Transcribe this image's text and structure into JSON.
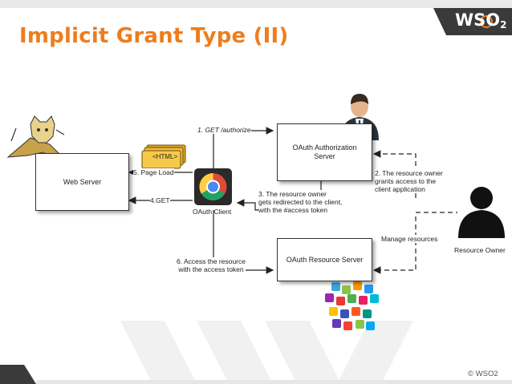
{
  "slide": {
    "title": "Implicit Grant Type (II)",
    "logo": {
      "text": "WSO",
      "subscript": "2"
    },
    "footer": "© WSO2"
  },
  "boxes": {
    "web_server": "Web Server",
    "auth_server": "OAuth Authorization Server",
    "resource_server": "OAuth Resource Server"
  },
  "nodes": {
    "client": "OAuth Client",
    "html_tag": "<HTML>",
    "resource_owner": "Resource Owner"
  },
  "steps": {
    "s1": "1. GET /authorize",
    "s2_l1": "2. The resource owner",
    "s2_l2": "grants access to the",
    "s2_l3": "client application",
    "s3_l1": "3. The resource owner",
    "s3_l2": "gets redirected to the client,",
    "s3_l3": "with the  #access token",
    "s4": "4.GET",
    "s5": "5. Page Load",
    "s6_l1": "6. Access the resource",
    "s6_l2": "with the access token",
    "manage": "Manage resources"
  },
  "icons": {
    "tomcat": "tomcat-icon",
    "html_doc": "html-document-icon",
    "chrome": "chrome-browser-icon",
    "auth_person": "business-person-icon",
    "owner": "user-silhouette-icon",
    "apps": "app-icons-cluster",
    "logo": "wso2-logo"
  },
  "colors": {
    "title": "#ee7d1d",
    "logo_bg": "#3a3a3a",
    "logo_accent": "#f47b20"
  }
}
